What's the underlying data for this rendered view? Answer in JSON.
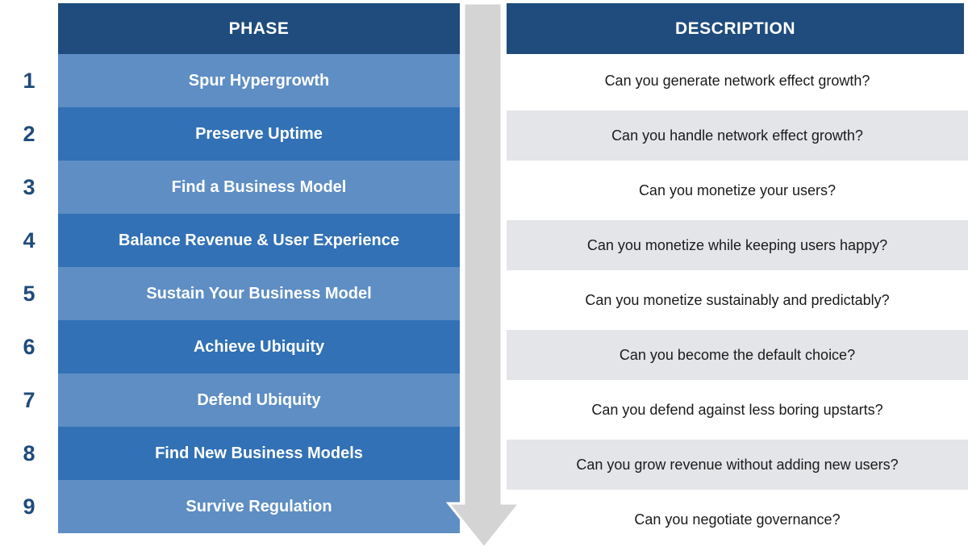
{
  "columns": {
    "phase": "PHASE",
    "description": "DESCRIPTION"
  },
  "rows": [
    {
      "num": "1",
      "phase": "Spur Hypergrowth",
      "description": "Can you generate network effect growth?"
    },
    {
      "num": "2",
      "phase": "Preserve Uptime",
      "description": "Can you handle network effect growth?"
    },
    {
      "num": "3",
      "phase": "Find a Business Model",
      "description": "Can you monetize your users?"
    },
    {
      "num": "4",
      "phase": "Balance Revenue & User Experience",
      "description": "Can you monetize while keeping users happy?"
    },
    {
      "num": "5",
      "phase": "Sustain Your Business Model",
      "description": "Can you monetize sustainably and predictably?"
    },
    {
      "num": "6",
      "phase": "Achieve Ubiquity",
      "description": "Can you become the default choice?"
    },
    {
      "num": "7",
      "phase": "Defend Ubiquity",
      "description": "Can you defend against less boring upstarts?"
    },
    {
      "num": "8",
      "phase": "Find New Business Models",
      "description": "Can you grow revenue without adding new users?"
    },
    {
      "num": "9",
      "phase": "Survive Regulation",
      "description": "Can you negotiate governance?"
    }
  ],
  "icons": {
    "flow_arrow": "downward-arrow"
  },
  "colors": {
    "header_navy": "#1f4c7c",
    "row_light_blue": "#5e8ec4",
    "row_medium_blue": "#3271b5",
    "desc_row_gray": "#e3e5e8",
    "desc_row_white": "#ffffff",
    "arrow_gray": "#d4d4d4",
    "number_navy": "#1f4b7b",
    "desc_text": "#1a1a1a"
  }
}
